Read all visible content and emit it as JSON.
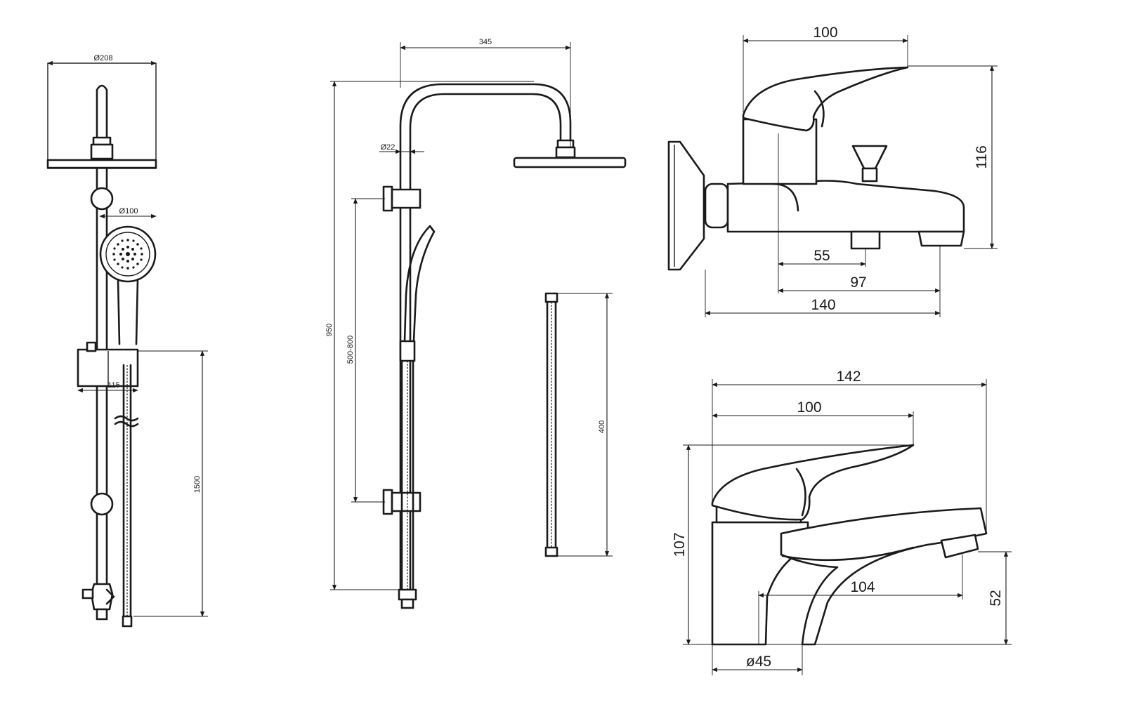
{
  "colors": {
    "line": "#1a1a1a",
    "background": "#ffffff"
  },
  "shower_set_front": {
    "head_diameter": "Ø208",
    "hand_shower_diameter": "Ø100",
    "holder_width": "115",
    "hose_length": "1500"
  },
  "shower_set_side": {
    "arm_reach": "345",
    "total_height": "950",
    "pipe_diameter": "Ø22",
    "bracket_spacing": "500-800"
  },
  "flexible_hose": {
    "length": "400"
  },
  "bath_mixer": {
    "lever_length": "100",
    "height": "116",
    "dim_55": "55",
    "dim_97": "97",
    "dim_140": "140"
  },
  "basin_mixer": {
    "total_length": "142",
    "lever_length": "100",
    "height": "107",
    "spout_reach": "104",
    "spout_height": "52",
    "base_diameter": "ø45"
  }
}
